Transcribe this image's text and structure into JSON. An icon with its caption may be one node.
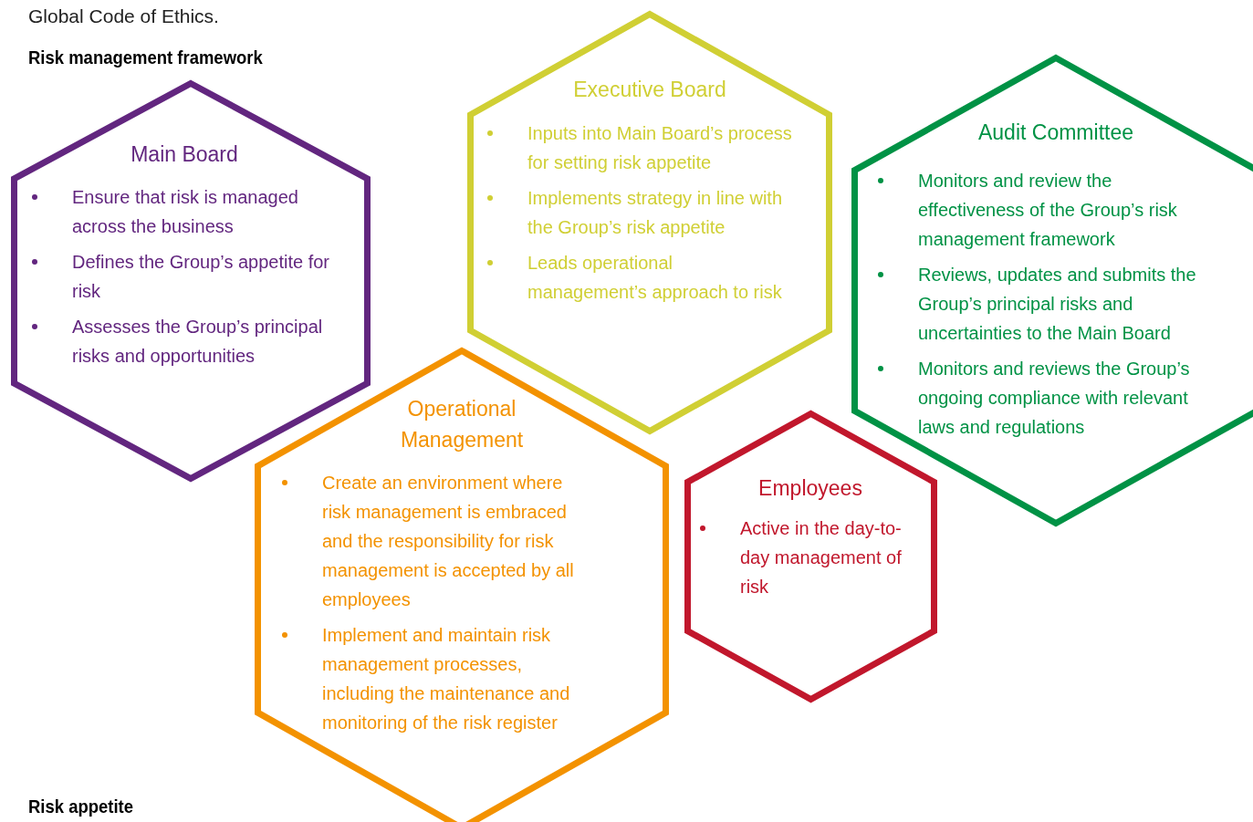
{
  "diagram": {
    "title": "Risk management framework",
    "nodes": [
      {
        "text": [
          "Main Board",
          "Ensure that risk is managed across the business",
          "Defines the Group’s appetite for risk",
          "Assesses the Group’s principal risks and opportunities"
        ]
      },
      {
        "text": [
          "Executive Board",
          "Inputs into Main Board’s process for setting risk appetite",
          "Implements strategy in line with the Group’s risk appetite",
          "Leads operational management’s approach to risk"
        ]
      },
      {
        "text": [
          "Audit Committee",
          "Monitors and review the effectiveness of the Group’s risk management framework",
          "Reviews, updates and submits the Group’s principal risks and uncertainties to the Main Board",
          "Monitors and reviews the Group’s ongoing compliance with relevant laws and regulations"
        ]
      },
      {
        "text": [
          "Operational Management",
          "Create an environment where risk management is embraced and the responsibility for risk management is accepted by all employees",
          "Implement and maintain risk management processes, including the maintenance and monitoring of the risk register"
        ]
      },
      {
        "text": [
          "Employees",
          "Active in the day-to-day management of risk"
        ]
      }
    ],
    "labels": [
      "Global Code of Ethics.",
      "Risk appetite"
    ]
  }
}
